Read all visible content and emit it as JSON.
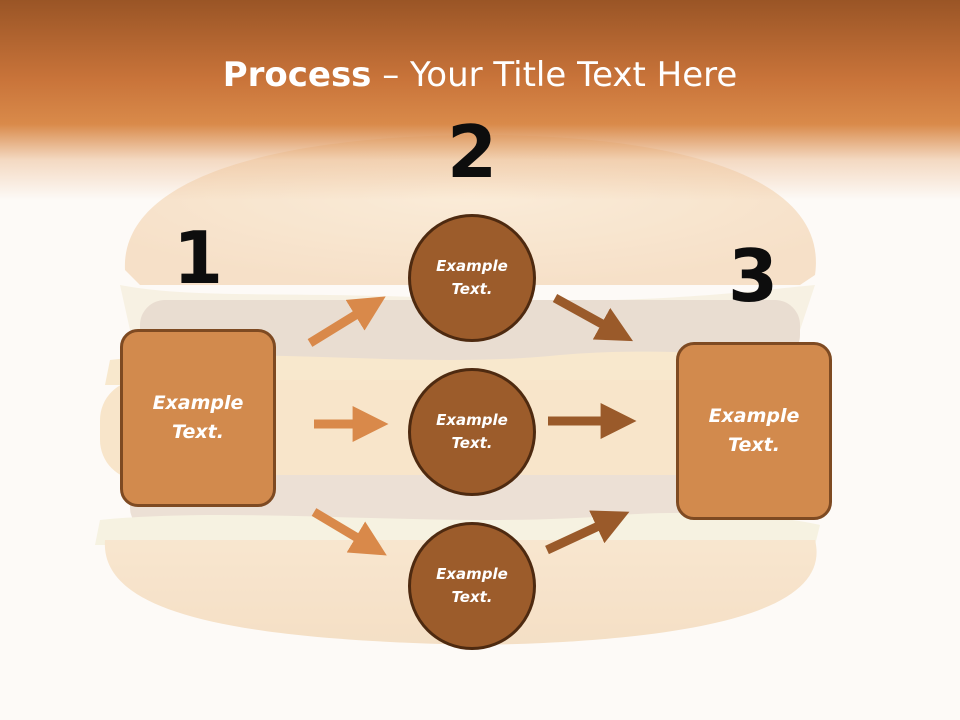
{
  "title": {
    "bold": "Process",
    "rest": " – Your Title Text Here"
  },
  "steps": [
    {
      "number": "1",
      "text": "Example Text."
    },
    {
      "number": "2",
      "text": "Example Text."
    },
    {
      "number": "3",
      "text": "Example Text."
    }
  ],
  "circles": [
    {
      "text": "Example Text."
    },
    {
      "text": "Example Text."
    },
    {
      "text": "Example Text."
    }
  ],
  "colors": {
    "header": "#c9743a",
    "box_fill": "#d28a4d",
    "circle_fill": "#9c5c2b",
    "arrow_left": "#d9894a",
    "arrow_right": "#9a5a2a"
  }
}
